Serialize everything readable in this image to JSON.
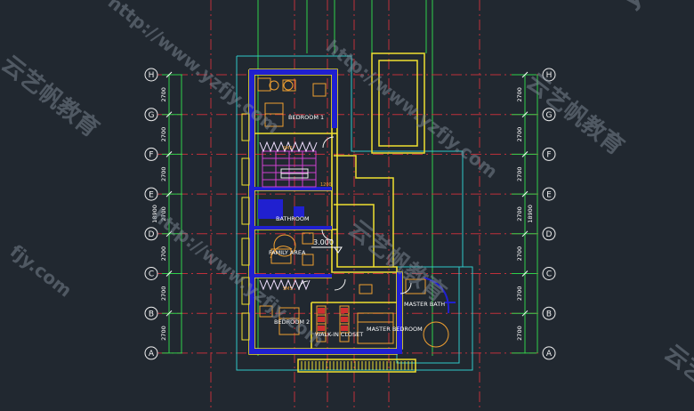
{
  "grid": {
    "rows": [
      {
        "letter": "H"
      },
      {
        "letter": "G"
      },
      {
        "letter": "F"
      },
      {
        "letter": "E"
      },
      {
        "letter": "D"
      },
      {
        "letter": "C"
      },
      {
        "letter": "B"
      },
      {
        "letter": "A"
      }
    ],
    "spacing_label": "2700",
    "total_label": "18900"
  },
  "rooms": {
    "bedroom1": "BEDROOM 1",
    "bathroom": "BATHROOM",
    "family_area": "FAMILY AREA",
    "bedroom2": "BEDROOM 2",
    "walk_in_closet": "WALK-IN CLOSET",
    "master_bedroom": "MASTER BEDROOM",
    "master_bath": "MASTER BATH"
  },
  "elevation": "3.000",
  "tags": {
    "t1": "1200",
    "t2": "SMS",
    "t3": "SMS"
  },
  "watermark": {
    "url": "http://www.yzfjy.com",
    "cn": "云艺帆教育",
    "short": "yzfjy",
    "domain_frag": "fjy.com",
    "cn_frag": "云艺"
  },
  "colors": {
    "background": "#212830",
    "grid_red": "#c0303a",
    "grid_green": "#2fd04a",
    "wall_yellow": "#f0e030",
    "furniture_orange": "#f0a030",
    "fill_blue": "#2020d0",
    "cyan": "#30c8c8",
    "magenta": "#d040d0"
  }
}
